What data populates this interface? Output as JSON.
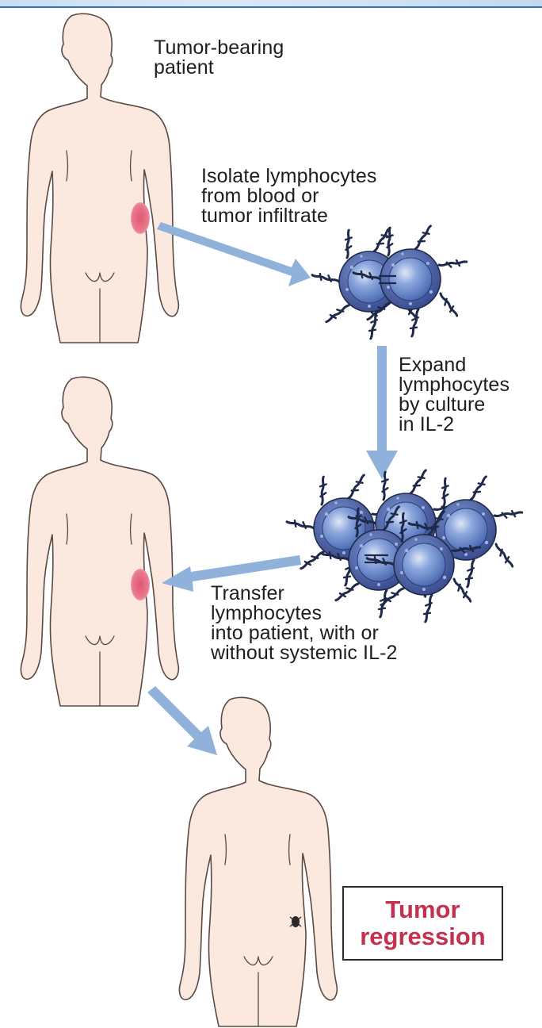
{
  "labels": {
    "patient": "Tumor-bearing\npatient",
    "isolate": "Isolate lymphocytes\nfrom blood or\ntumor infiltrate",
    "expand": "Expand\nlymphocytes\nby culture\nin IL-2",
    "transfer": "Transfer\nlymphocytes\ninto patient, with or\nwithout systemic IL-2",
    "outcome": "Tumor\nregression"
  },
  "colors": {
    "skin": "#fbe8de",
    "skin_outline": "#5a4a44",
    "arrow": "#8fb1da",
    "tumor": "#d94a64",
    "cell_body": "#6e8fcf",
    "cell_ring": "#31428a",
    "receptor": "#1f2a4a",
    "outcome_text": "#c4304e"
  }
}
